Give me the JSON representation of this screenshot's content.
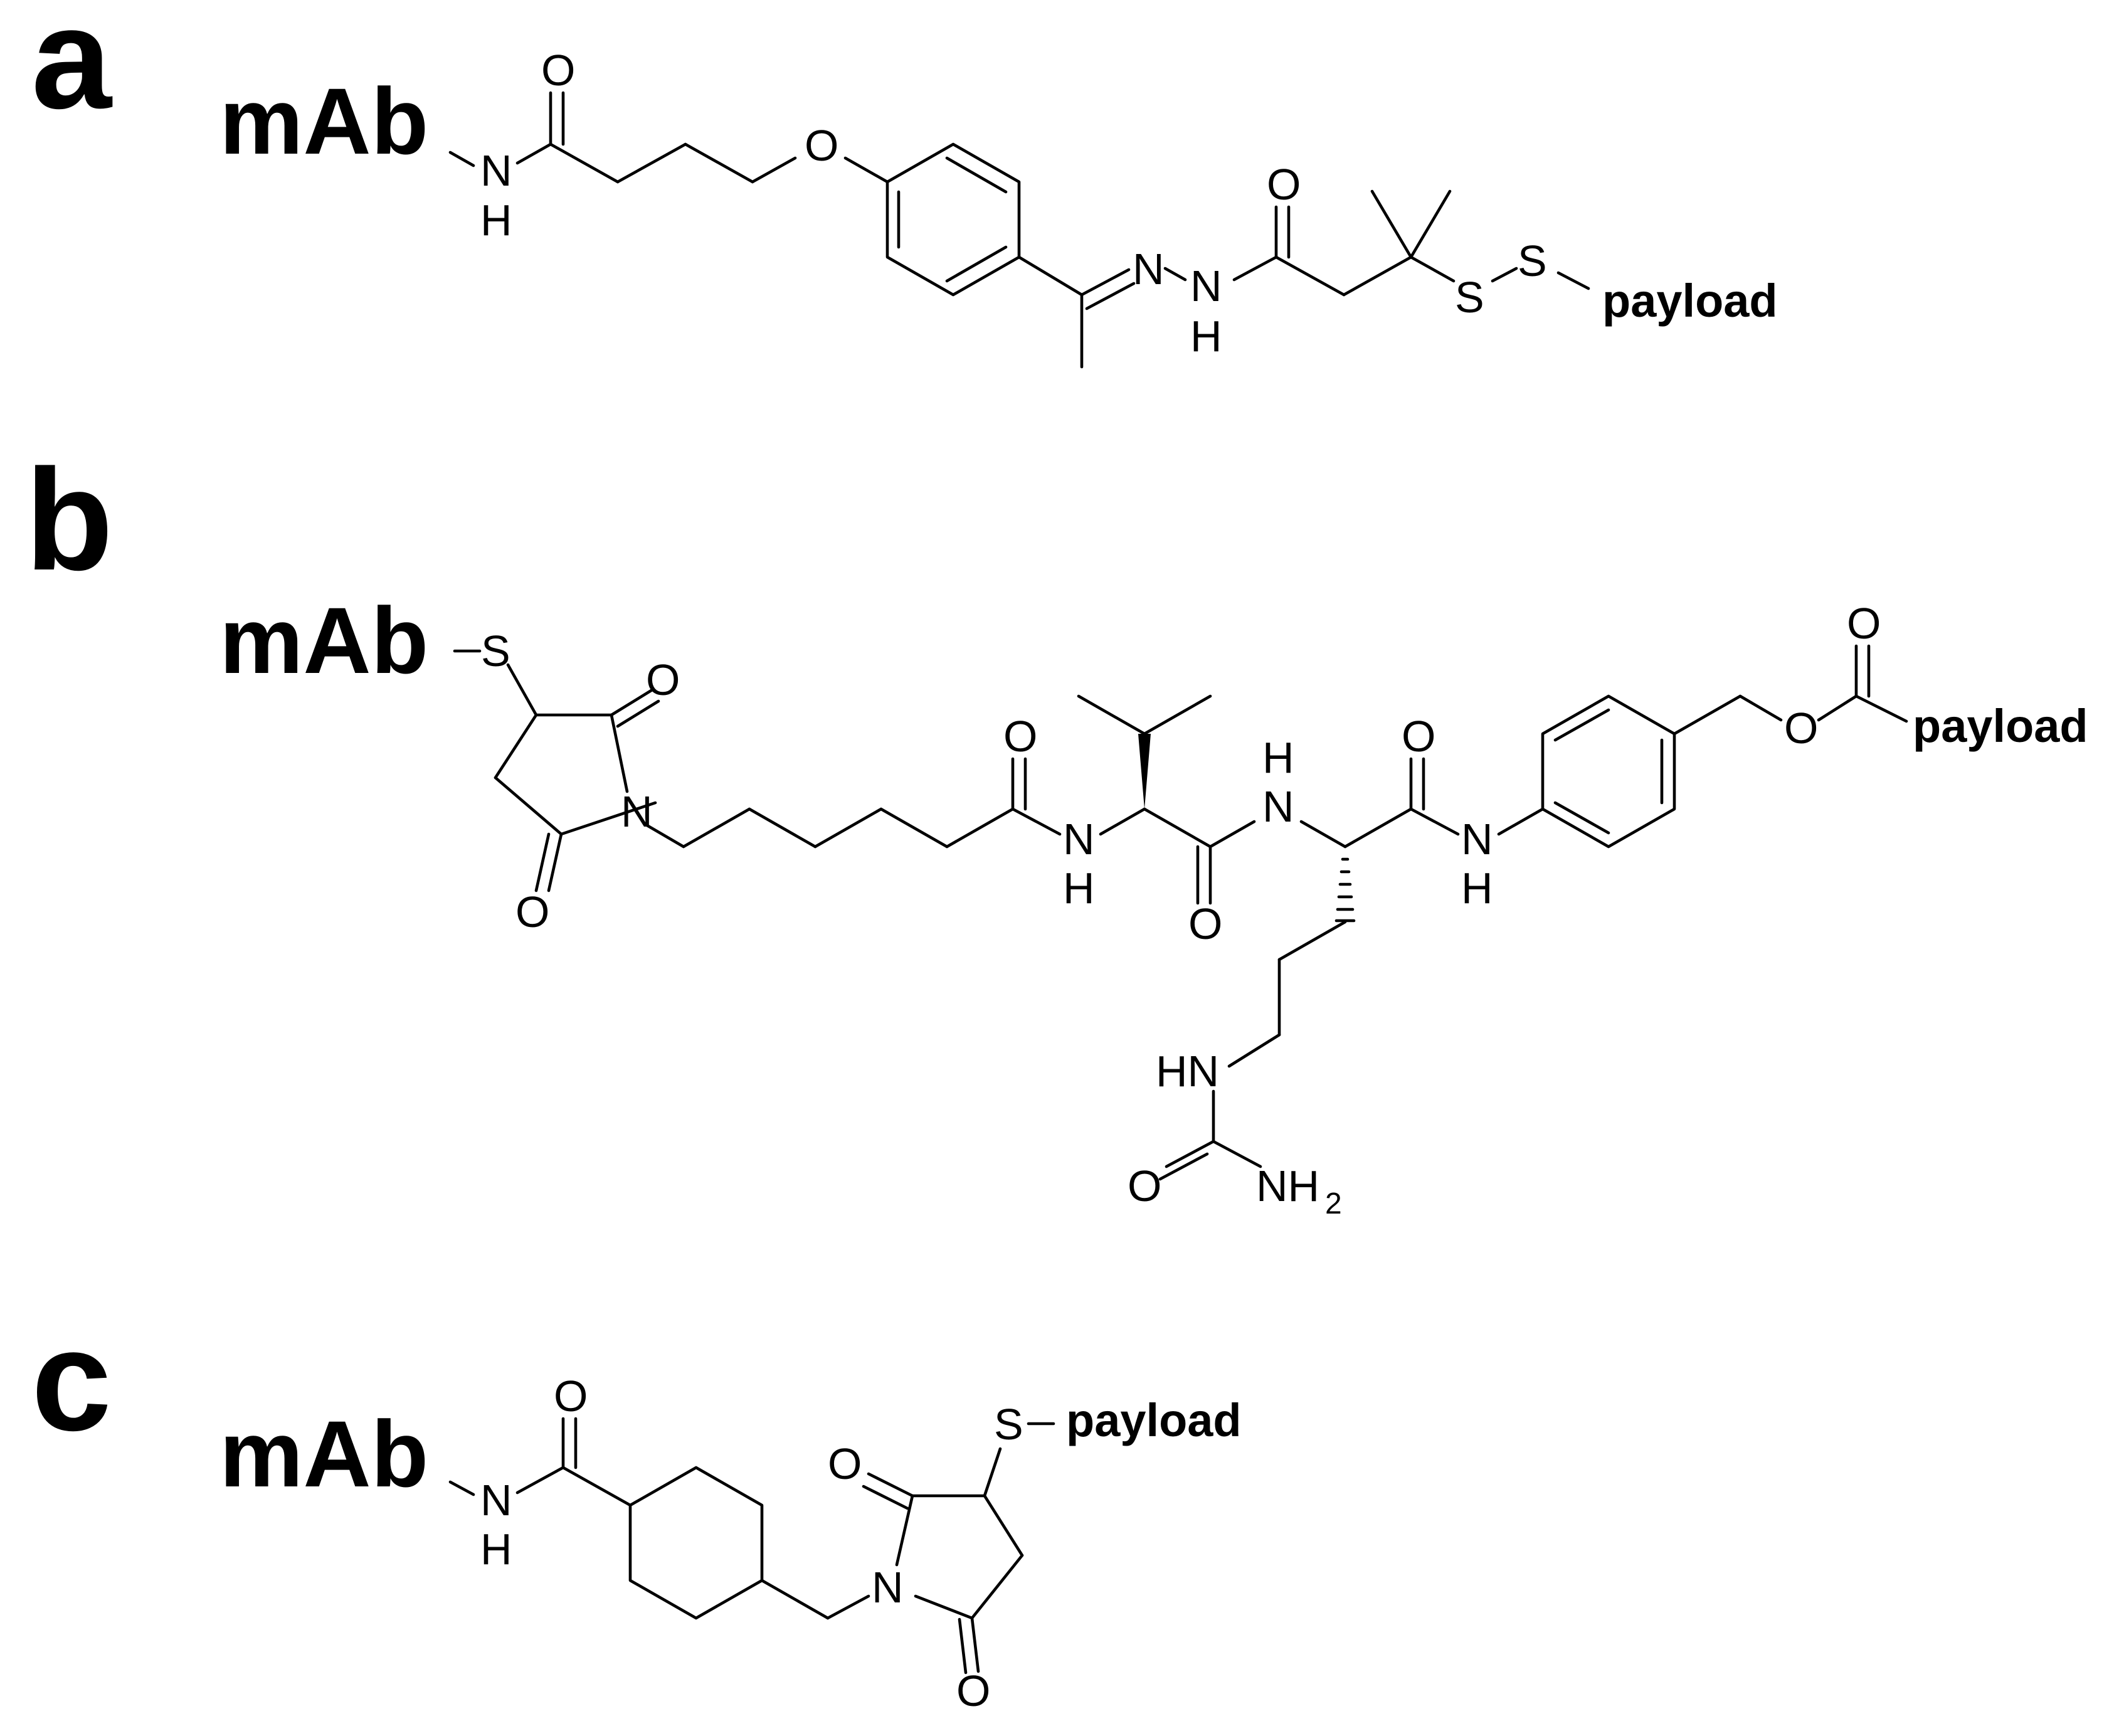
{
  "panels": [
    {
      "label": "a",
      "antibody": "mAb",
      "payload": "payload"
    },
    {
      "label": "b",
      "antibody": "mAb",
      "payload": "payload"
    },
    {
      "label": "c",
      "antibody": "mAb",
      "payload": "payload"
    }
  ],
  "atoms": {
    "oxygen": "O",
    "nitrogen": "N",
    "hydrogen": "H",
    "sulfur": "S",
    "nh": "NH",
    "hn": "HN",
    "subscript_2": "2"
  }
}
